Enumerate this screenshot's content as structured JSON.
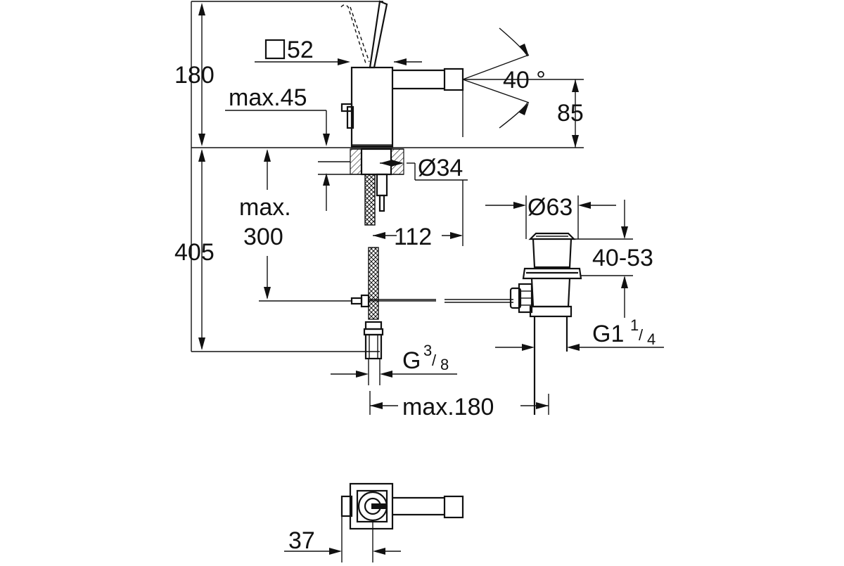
{
  "dimensions": {
    "height_total": "180",
    "square_size": "52",
    "max_thickness": "max.45",
    "angle": "40 °",
    "height_spout": "85",
    "hole_diameter": "Ø34",
    "hose_label_1": "max.",
    "hose_label_2": "300",
    "spout_reach": "112",
    "depth_below": "405",
    "waste_diameter": "Ø63",
    "waste_range": "40-53",
    "waste_thread": "G1",
    "waste_thread_num": "1",
    "waste_thread_den": "4",
    "supply_thread": "G",
    "supply_thread_num": "3",
    "supply_thread_den": "8",
    "max_distance": "max.180",
    "plan_offset": "37"
  }
}
